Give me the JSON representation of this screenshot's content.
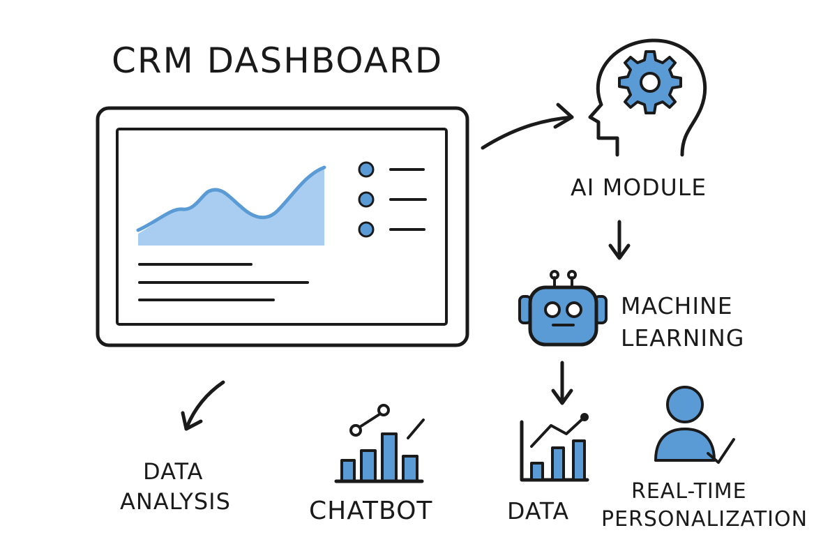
{
  "title": "CRM DASHBOARD",
  "nodes": {
    "ai_module": "AI MODULE",
    "machine_learning": [
      "MACHINE",
      "LEARNING"
    ],
    "data_analysis": [
      "DATA",
      "ANALYSIS"
    ],
    "chatbot": "CHATBOT",
    "data": "DATA",
    "real_time_personalization": [
      "REAL-TIME",
      "PERSONALIZATION"
    ]
  },
  "colors": {
    "ink": "#1a1a1a",
    "accent": "#5b9bd5",
    "accent_light": "#a9cdf0"
  },
  "icons": [
    "dashboard-icon",
    "head-gear-icon",
    "robot-icon",
    "bar-chart-icon",
    "rising-chart-icon",
    "person-check-icon"
  ]
}
